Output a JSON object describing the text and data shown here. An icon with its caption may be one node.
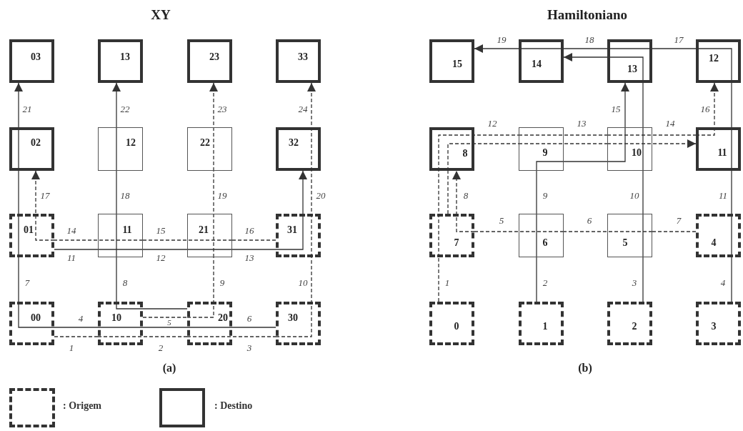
{
  "diagram": {
    "nodes": [
      {
        "text": [
          "03"
        ]
      },
      {
        "text": [
          "13"
        ]
      },
      {
        "text": [
          "23"
        ]
      },
      {
        "text": [
          "33"
        ]
      },
      {
        "text": [
          "02"
        ]
      },
      {
        "text": [
          "12"
        ]
      },
      {
        "text": [
          "22"
        ]
      },
      {
        "text": [
          "32"
        ]
      },
      {
        "text": [
          "01"
        ]
      },
      {
        "text": [
          "11"
        ]
      },
      {
        "text": [
          "21"
        ]
      },
      {
        "text": [
          "31"
        ]
      },
      {
        "text": [
          "00"
        ]
      },
      {
        "text": [
          "10"
        ]
      },
      {
        "text": [
          "20"
        ]
      },
      {
        "text": [
          "30"
        ]
      },
      {
        "text": [
          "15"
        ]
      },
      {
        "text": [
          "14"
        ]
      },
      {
        "text": [
          "13"
        ]
      },
      {
        "text": [
          "12"
        ]
      },
      {
        "text": [
          "8"
        ]
      },
      {
        "text": [
          "9"
        ]
      },
      {
        "text": [
          "10"
        ]
      },
      {
        "text": [
          "11"
        ]
      },
      {
        "text": [
          "7"
        ]
      },
      {
        "text": [
          "6"
        ]
      },
      {
        "text": [
          "5"
        ]
      },
      {
        "text": [
          "4"
        ]
      },
      {
        "text": [
          "0"
        ]
      },
      {
        "text": [
          "1"
        ]
      },
      {
        "text": [
          "2"
        ]
      },
      {
        "text": [
          "3"
        ]
      },
      {
        "text": [],
        "shape": "box",
        "beside": [
          ": Origem"
        ]
      },
      {
        "text": [],
        "shape": "box",
        "beside": [
          ": Destino"
        ]
      }
    ],
    "edges": [
      {
        "from": 15,
        "to": 14,
        "arrow": "none"
      },
      {
        "from": 14,
        "to": 13,
        "arrow": "none"
      },
      {
        "from": 13,
        "to": 12,
        "arrow": "none"
      },
      {
        "from": 12,
        "to": 8,
        "arrow": "none"
      },
      {
        "from": 8,
        "to": 4,
        "arrow": "none"
      },
      {
        "from": 4,
        "to": 0,
        "arrow": "to"
      },
      {
        "from": 12,
        "to": 13,
        "arrow": "none",
        "style": "dashed"
      },
      {
        "from": 13,
        "to": 14,
        "arrow": "none",
        "style": "dashed"
      },
      {
        "from": 14,
        "to": 15,
        "arrow": "none",
        "style": "dashed"
      },
      {
        "from": 15,
        "to": 11,
        "arrow": "none",
        "style": "dashed"
      },
      {
        "from": 11,
        "to": 7,
        "arrow": "none",
        "style": "dashed"
      },
      {
        "from": 7,
        "to": 3,
        "arrow": "to",
        "style": "dashed"
      },
      {
        "from": 14,
        "to": 13,
        "arrow": "none"
      },
      {
        "from": 13,
        "to": 9,
        "arrow": "none"
      },
      {
        "from": 9,
        "to": 5,
        "arrow": "none"
      },
      {
        "from": 5,
        "to": 1,
        "arrow": "to"
      },
      {
        "from": 13,
        "to": 14,
        "arrow": "none",
        "style": "dashed"
      },
      {
        "from": 14,
        "to": 10,
        "arrow": "none",
        "style": "dashed"
      },
      {
        "from": 10,
        "to": 6,
        "arrow": "none",
        "style": "dashed"
      },
      {
        "from": 6,
        "to": 2,
        "arrow": "to",
        "style": "dashed"
      },
      {
        "from": 8,
        "to": 9,
        "arrow": "none"
      },
      {
        "from": 9,
        "to": 10,
        "arrow": "none"
      },
      {
        "from": 10,
        "to": 11,
        "arrow": "none"
      },
      {
        "from": 11,
        "to": 7,
        "arrow": "to"
      },
      {
        "from": 11,
        "to": 10,
        "arrow": "none",
        "style": "dashed"
      },
      {
        "from": 10,
        "to": 9,
        "arrow": "none",
        "style": "dashed"
      },
      {
        "from": 9,
        "to": 8,
        "arrow": "none",
        "style": "dashed"
      },
      {
        "from": 8,
        "to": 4,
        "arrow": "to",
        "style": "dashed"
      },
      {
        "from": 31,
        "to": 27,
        "arrow": "none"
      },
      {
        "from": 27,
        "to": 23,
        "arrow": "none"
      },
      {
        "from": 23,
        "to": 19,
        "arrow": "none"
      },
      {
        "from": 19,
        "to": 18,
        "arrow": "none"
      },
      {
        "from": 18,
        "to": 17,
        "arrow": "none"
      },
      {
        "from": 17,
        "to": 16,
        "arrow": "to"
      },
      {
        "from": 30,
        "to": 26,
        "arrow": "none"
      },
      {
        "from": 26,
        "to": 22,
        "arrow": "none"
      },
      {
        "from": 22,
        "to": 18,
        "arrow": "none"
      },
      {
        "from": 18,
        "to": 17,
        "arrow": "to"
      },
      {
        "from": 29,
        "to": 25,
        "arrow": "none"
      },
      {
        "from": 25,
        "to": 21,
        "arrow": "none"
      },
      {
        "from": 21,
        "to": 22,
        "arrow": "none"
      },
      {
        "from": 22,
        "to": 18,
        "arrow": "to"
      },
      {
        "from": 28,
        "to": 24,
        "arrow": "none",
        "style": "dashed"
      },
      {
        "from": 24,
        "to": 20,
        "arrow": "none",
        "style": "dashed"
      },
      {
        "from": 20,
        "to": 21,
        "arrow": "none",
        "style": "dashed"
      },
      {
        "from": 21,
        "to": 22,
        "arrow": "none",
        "style": "dashed"
      },
      {
        "from": 22,
        "to": 23,
        "arrow": "none",
        "style": "dashed"
      },
      {
        "from": 23,
        "to": 19,
        "arrow": "to",
        "style": "dashed"
      },
      {
        "from": 24,
        "to": 20,
        "arrow": "none",
        "style": "dashed"
      },
      {
        "from": 20,
        "to": 21,
        "arrow": "none",
        "style": "dashed"
      },
      {
        "from": 21,
        "to": 22,
        "arrow": "none",
        "style": "dashed"
      },
      {
        "from": 22,
        "to": 23,
        "arrow": "to",
        "style": "dashed"
      },
      {
        "from": 27,
        "to": 26,
        "arrow": "none",
        "style": "dashed"
      },
      {
        "from": 26,
        "to": 25,
        "arrow": "none",
        "style": "dashed"
      },
      {
        "from": 25,
        "to": 24,
        "arrow": "none",
        "style": "dashed"
      },
      {
        "from": 24,
        "to": 20,
        "arrow": "to",
        "style": "dashed"
      }
    ],
    "labels": [
      "XY",
      "21",
      "22",
      "23",
      "24",
      "17",
      "18",
      "19",
      "20",
      "14",
      "15",
      "16",
      "11",
      "12",
      "13",
      "7",
      "8",
      "9",
      "10",
      "4",
      "5",
      "6",
      "1",
      "2",
      "3",
      "(a)",
      "Hamiltoniano",
      "19",
      "18",
      "17",
      "15",
      "16",
      "12",
      "13",
      "14",
      "8",
      "9",
      "10",
      "11",
      "5",
      "6",
      "7",
      "1",
      "2",
      "3",
      "4",
      "(b)"
    ]
  }
}
